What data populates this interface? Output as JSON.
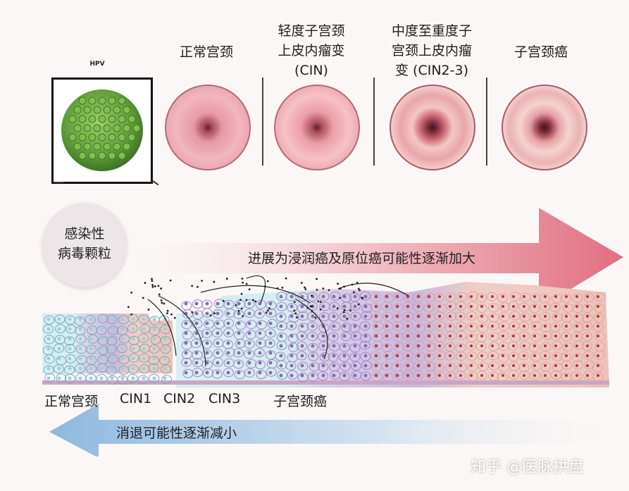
{
  "hpv": {
    "title": "HPV"
  },
  "stages": [
    {
      "lines": [
        "正常宫颈"
      ]
    },
    {
      "lines": [
        "轻度子宫颈",
        "上皮内瘤变",
        "(CIN)"
      ]
    },
    {
      "lines": [
        "中度至重度子",
        "宫颈上皮内瘤",
        "变 (CIN2-3)"
      ]
    },
    {
      "lines": [
        "子宫颈癌"
      ]
    }
  ],
  "infection_badge": {
    "lines": [
      "感染性",
      "病毒颗粒"
    ]
  },
  "progress_arrow": {
    "text": "进展为浸润癌及原位癌可能性逐渐加大"
  },
  "regress_arrow": {
    "text": "消退可能性逐渐减小"
  },
  "tissue_labels": [
    {
      "text": "正常宫颈"
    },
    {
      "text": "CIN1"
    },
    {
      "text": "CIN2"
    },
    {
      "text": "CIN3"
    },
    {
      "text": "子宫颈癌"
    }
  ],
  "watermark": {
    "text": "知乎 @医脉拱盘"
  },
  "colors": {
    "progress_arrow": "#e06f80",
    "regress_arrow": "#8fb8df",
    "hpv_green": "#5f9a3a",
    "normal_cell": "#bfe3ec",
    "cin_cell": "#b49ac9",
    "cancer_cell": "#e9bfb4"
  }
}
